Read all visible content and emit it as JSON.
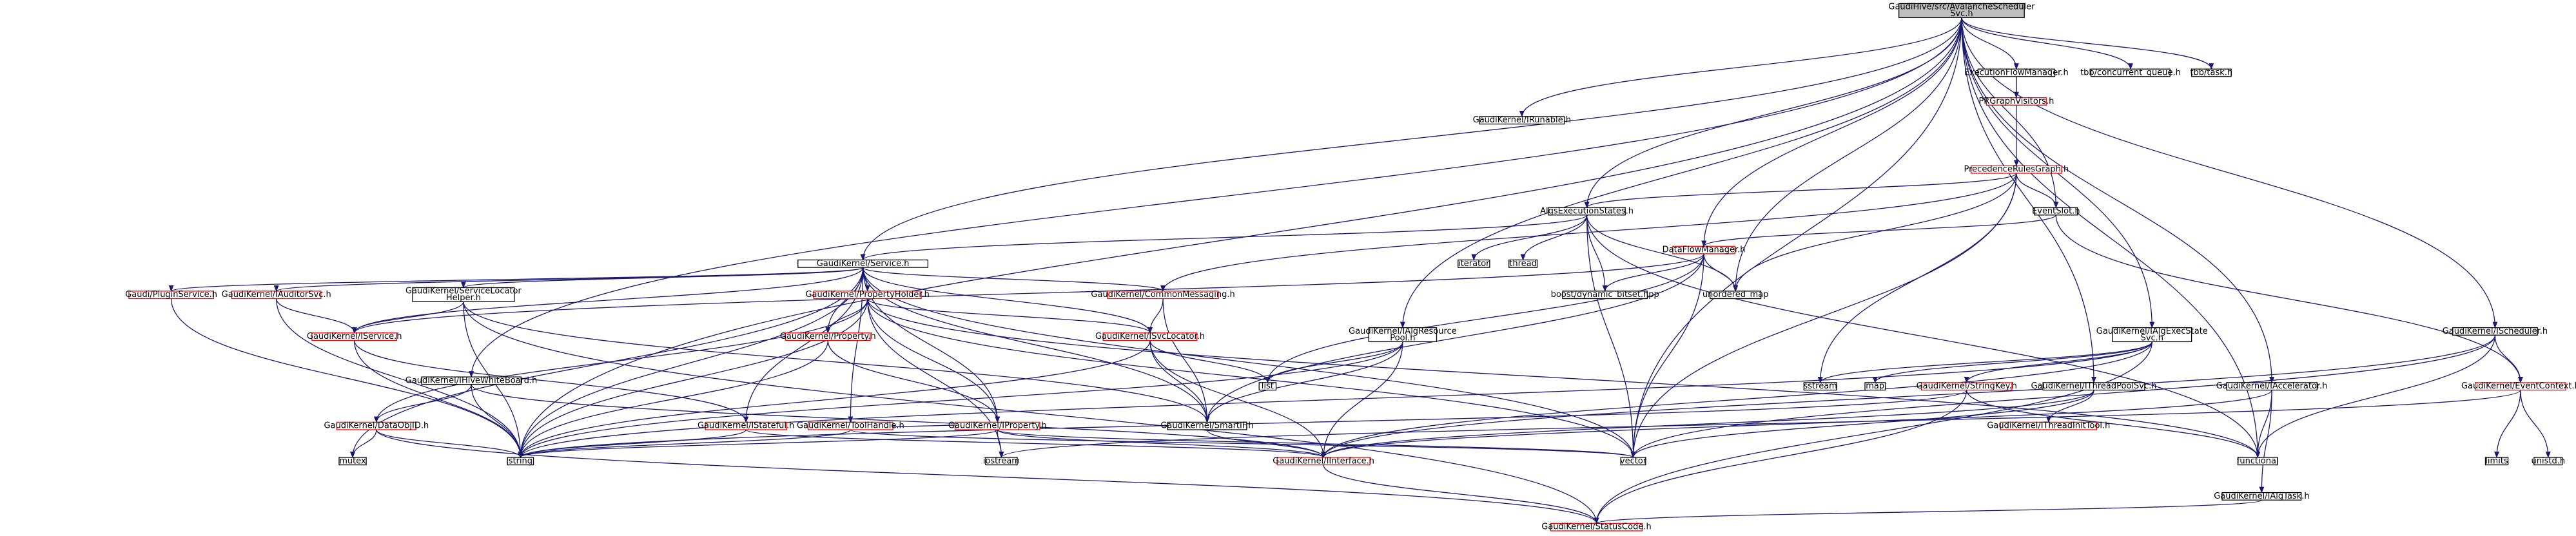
{
  "diagram": {
    "type": "include-dependency-graph",
    "edge_color": "#191970",
    "red_border_color": "#ff0000",
    "root_fill": "#bfbfbf",
    "nodes": [
      {
        "id": "root",
        "lines": [
          "GaudiHive/src/AvalancheScheduler",
          "Svc.h"
        ],
        "style": "root"
      },
      {
        "id": "string",
        "lines": [
          "string"
        ],
        "style": "plain"
      },
      {
        "id": "service",
        "lines": [
          "GaudiKernel/Service.h"
        ],
        "style": "black"
      },
      {
        "id": "runable",
        "lines": [
          "GaudiKernel/IRunable.h"
        ],
        "style": "black"
      },
      {
        "id": "hivewb",
        "lines": [
          "GaudiKernel/IHiveWhiteBoard.h"
        ],
        "style": "black"
      },
      {
        "id": "algres",
        "lines": [
          "GaudiKernel/IAlgResource",
          "Pool.h"
        ],
        "style": "black"
      },
      {
        "id": "algsexec",
        "lines": [
          "AlgsExecutionStates.h"
        ],
        "style": "black"
      },
      {
        "id": "execflow",
        "lines": [
          "ExecutionFlowManager.h"
        ],
        "style": "black"
      },
      {
        "id": "prgraphvis",
        "lines": [
          "PRGraphVisitors.h"
        ],
        "style": "red"
      },
      {
        "id": "precrules",
        "lines": [
          "PrecedenceRulesGraph.h"
        ],
        "style": "red"
      },
      {
        "id": "eventslot",
        "lines": [
          "EventSlot.h"
        ],
        "style": "black"
      },
      {
        "id": "dataflow",
        "lines": [
          "DataFlowManager.h"
        ],
        "style": "red"
      },
      {
        "id": "unordered",
        "lines": [
          "unordered_map"
        ],
        "style": "plain"
      },
      {
        "id": "vector",
        "lines": [
          "vector"
        ],
        "style": "plain"
      },
      {
        "id": "threadpool",
        "lines": [
          "GaudiKernel/IThreadPoolSvc.h"
        ],
        "style": "black"
      },
      {
        "id": "algexecstate",
        "lines": [
          "GaudiKernel/IAlgExecState",
          "Svc.h"
        ],
        "style": "black"
      },
      {
        "id": "accel",
        "lines": [
          "GaudiKernel/IAccelerator.h"
        ],
        "style": "black"
      },
      {
        "id": "ischeduler",
        "lines": [
          "GaudiKernel/IScheduler.h"
        ],
        "style": "black"
      },
      {
        "id": "functional",
        "lines": [
          "functional"
        ],
        "style": "plain"
      },
      {
        "id": "tbbqueue",
        "lines": [
          "tbb/concurrent_queue.h"
        ],
        "style": "plain"
      },
      {
        "id": "tbbtask",
        "lines": [
          "tbb/task.h"
        ],
        "style": "plain"
      },
      {
        "id": "pluginsvc",
        "lines": [
          "Gaudi/PluginService.h"
        ],
        "style": "red"
      },
      {
        "id": "iauditorsvc",
        "lines": [
          "GaudiKernel/IAuditorSvc.h"
        ],
        "style": "red"
      },
      {
        "id": "svclochelper",
        "lines": [
          "GaudiKernel/ServiceLocator",
          "Helper.h"
        ],
        "style": "black"
      },
      {
        "id": "propholder",
        "lines": [
          "GaudiKernel/PropertyHolder.h"
        ],
        "style": "red"
      },
      {
        "id": "commonmsg",
        "lines": [
          "GaudiKernel/CommonMessaging.h"
        ],
        "style": "red"
      },
      {
        "id": "iterator",
        "lines": [
          "iterator"
        ],
        "style": "plain"
      },
      {
        "id": "thread",
        "lines": [
          "thread"
        ],
        "style": "plain"
      },
      {
        "id": "dynbitset",
        "lines": [
          "boost/dynamic_bitset.hpp"
        ],
        "style": "plain"
      },
      {
        "id": "iservice",
        "lines": [
          "GaudiKernel/IService.h"
        ],
        "style": "red"
      },
      {
        "id": "property",
        "lines": [
          "GaudiKernel/Property.h"
        ],
        "style": "red"
      },
      {
        "id": "isvclocator",
        "lines": [
          "GaudiKernel/ISvcLocator.h"
        ],
        "style": "red"
      },
      {
        "id": "list",
        "lines": [
          "list"
        ],
        "style": "plain"
      },
      {
        "id": "sstream",
        "lines": [
          "sstream"
        ],
        "style": "plain"
      },
      {
        "id": "map",
        "lines": [
          "map"
        ],
        "style": "plain"
      },
      {
        "id": "stringkey",
        "lines": [
          "GaudiKernel/StringKey.h"
        ],
        "style": "red"
      },
      {
        "id": "eventctx",
        "lines": [
          "GaudiKernel/EventContext.h"
        ],
        "style": "red"
      },
      {
        "id": "dataobjid",
        "lines": [
          "GaudiKernel/DataObjID.h"
        ],
        "style": "red"
      },
      {
        "id": "istateful",
        "lines": [
          "GaudiKernel/IStateful.h"
        ],
        "style": "red"
      },
      {
        "id": "toolhandle",
        "lines": [
          "GaudiKernel/ToolHandle.h"
        ],
        "style": "red"
      },
      {
        "id": "iproperty",
        "lines": [
          "GaudiKernel/IProperty.h"
        ],
        "style": "red"
      },
      {
        "id": "smartif",
        "lines": [
          "GaudiKernel/SmartIF.h"
        ],
        "style": "black"
      },
      {
        "id": "threadinit",
        "lines": [
          "GaudiKernel/IThreadInitTool.h"
        ],
        "style": "red"
      },
      {
        "id": "mutex",
        "lines": [
          "mutex"
        ],
        "style": "plain"
      },
      {
        "id": "iostream",
        "lines": [
          "iostream"
        ],
        "style": "plain"
      },
      {
        "id": "iinterface",
        "lines": [
          "GaudiKernel/IInterface.h"
        ],
        "style": "red"
      },
      {
        "id": "ialgtask",
        "lines": [
          "GaudiKernel/IAlgTask.h"
        ],
        "style": "black"
      },
      {
        "id": "limits",
        "lines": [
          "limits"
        ],
        "style": "plain"
      },
      {
        "id": "unistd",
        "lines": [
          "unistd.h"
        ],
        "style": "plain"
      },
      {
        "id": "statuscode",
        "lines": [
          "GaudiKernel/StatusCode.h"
        ],
        "style": "red"
      }
    ]
  }
}
